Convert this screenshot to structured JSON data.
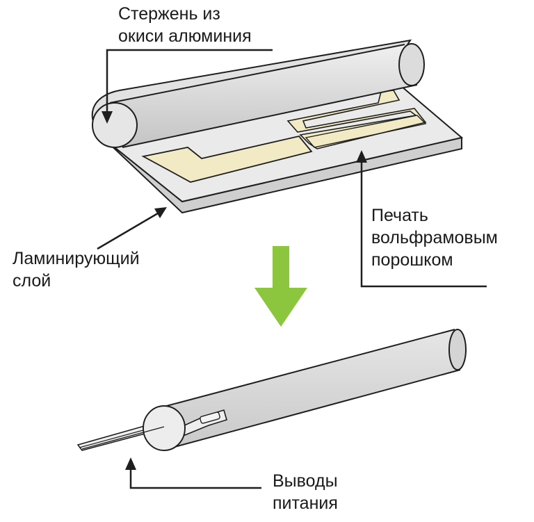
{
  "labels": {
    "rod": [
      "Стержень из",
      "окиси алюминия"
    ],
    "tungsten_print": [
      "Печать",
      "вольфрамовым",
      "порошком"
    ],
    "laminating_layer": [
      "Ламинирующий",
      "слой"
    ],
    "power_leads": [
      "Выводы",
      "питания"
    ]
  },
  "colors": {
    "stroke": "#1e1e1e",
    "rod_fill": "#dedede",
    "sheet_top": "#eaeaea",
    "sheet_edge": "#cfcfcf",
    "ink_fill": "#f2eac4",
    "arrow_green": "#8cc63f"
  }
}
